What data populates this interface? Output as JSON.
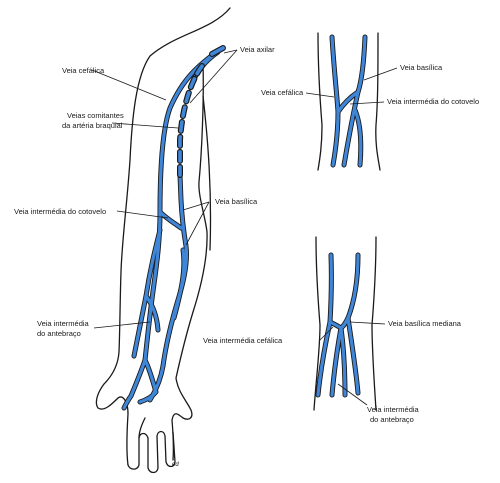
{
  "colors": {
    "vein": "#3f86d8",
    "outline": "#1a1a1a",
    "background": "#ffffff"
  },
  "arm_diagram": {
    "labels": {
      "cephalic": "Veia cefálica",
      "axillary": "Veia axilar",
      "brachial_1": "Veias comitantes",
      "brachial_2": "da artéria braquial",
      "basilic": "Veia basílica",
      "median_cubital": "Veia intermédia do cotovelo",
      "median_forearm_1": "Veia intermédia",
      "median_forearm_2": "do antebraço",
      "signature": "ed"
    }
  },
  "elbow_diagram_top": {
    "labels": {
      "basilic": "Veia basílica",
      "cephalic": "Veia cefálica",
      "median_cubital": "Veia intermédia do cotovelo"
    }
  },
  "elbow_diagram_bottom": {
    "labels": {
      "median_cephalic": "Veia intermédia cefálica",
      "median_basilic": "Veia basílica mediana",
      "median_forearm_1": "Veia intermédia",
      "median_forearm_2": "do antebraço"
    }
  }
}
